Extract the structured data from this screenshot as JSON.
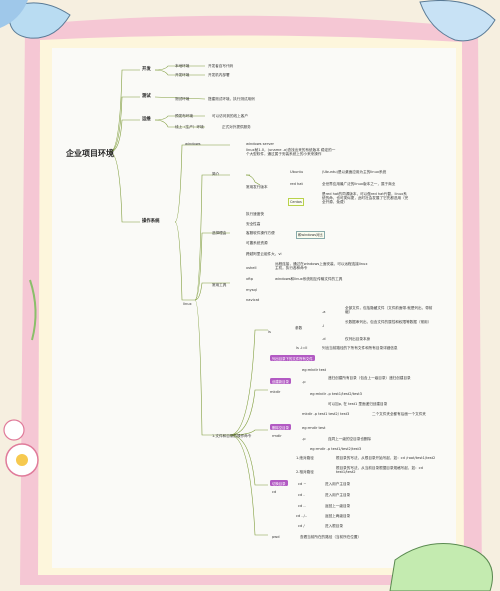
{
  "root": "企业项目环境",
  "branches": [
    {
      "label": "开发",
      "items": [
        {
          "a": "本地环境",
          "b": "开发者自写代码"
        },
        {
          "a": "开发环境",
          "b": "开发机内部署"
        }
      ]
    },
    {
      "label": "测试",
      "items": [
        {
          "a": "测试环境",
          "b": "搭建测试环境，执行测试用例"
        }
      ]
    },
    {
      "label": "运维",
      "items": [
        {
          "a": "预发布环境",
          "b": "可以访问到的线上客户"
        },
        {
          "a": "线上（生产）环境",
          "b": "正式对外提供服务"
        }
      ]
    }
  ],
  "os": {
    "label": "操作系统",
    "windows": {
      "label": "windows",
      "child": "windows server"
    },
    "intro_label": "简介",
    "linux_desc": "linux就1.0，(uname -a)查找出来的系统版本  稳定的一个大型软件，通过属于安装系统上的小来来操作",
    "distro_label": "常用发行版本",
    "distros": [
      {
        "name": "Ubuntu",
        "desc": "(Ubuntu)是以桌面应用为主的linux系统"
      },
      {
        "name": "red hat",
        "desc": "全世界应用最广泛的linux版本之一，属于商业"
      },
      {
        "name": "Centos",
        "desc": "是red hat的同源版本，可以做red hat代替，linux系统的命，也可类似更，此时社会发展了它先都选用（完全开源、免费）"
      }
    ],
    "features_label": "选择理由",
    "features": [
      "执行速度快",
      "安全性高",
      "客服软件操作方便",
      "可靠系统资源",
      "跨越阿里云组件大，vi"
    ],
    "compare_label": "和windows对比",
    "tools_label": "常用工具",
    "tools": [
      {
        "name": "xshell",
        "desc": "远程连接，通过在windows上面安装，可以远程连接linux主机，执行各种命令"
      },
      {
        "name": "xftp",
        "desc": "windows和linux系统相互传输文件的工具"
      },
      {
        "name": "mysql"
      },
      {
        "name": "navicat"
      }
    ],
    "linux_label": "linux",
    "cmd_label": "1.文件和目录的操作命令",
    "ls": {
      "label": "ls",
      "param_label": "参数",
      "params": [
        {
          "flag": "-a",
          "desc": "全部文件，包括隐藏文件（文件前面带.就是列出，带前缀）"
        },
        {
          "flag": "-l",
          "desc": "长数据串列出，包含文件的属性和权限等数据（常用）"
        },
        {
          "flag": "-d",
          "desc": "仅列出目录本身"
        }
      ],
      "lr": "ls -l=ll",
      "lr_desc": "列出当前路径的下所有文件和所有目录详细信息"
    },
    "sort_tag": "列出目录下的文件所有文件",
    "mkdir": {
      "tag": "创建新目录",
      "label": "mkdir",
      "items": [
        {
          "flag": "eg:mkdir test",
          "desc": ""
        },
        {
          "flag": "-p",
          "desc": "递归创建所有目录（包含上一级目录）递归创建目录"
        },
        {
          "flag": "eg:mkdir -p test1/test2/test3",
          "desc": ""
        },
        {
          "flag": "可以加p, 在 test1 里面递归创建目录",
          "desc": ""
        },
        {
          "flag": "mkdir -p test1 test2/ test3",
          "desc": "二个文件夹全都有后面一个文件夹"
        }
      ]
    },
    "rmdir": {
      "tag": "删除空目录",
      "label": "rmdir",
      "items": [
        {
          "flag": "eg:rmdir test",
          "desc": ""
        },
        {
          "flag": "-p",
          "desc": "连同上一级的空目录也删除"
        },
        {
          "flag": "eg:rmdir -p test1/test2/test3",
          "desc": ""
        }
      ]
    },
    "cd": {
      "tag": "切换目录",
      "label": "cd",
      "items": [
        {
          "flag": "1.绝对路径",
          "desc": "根目录的写法，从根目录开始写起，如：cd /root/test1/test2"
        },
        {
          "flag": "2.相对路径",
          "desc": "根目录的写法，从当前目录根据目录规格写起，如：cd test1/test2"
        },
        {
          "flag": "cd ~",
          "desc": "进入用户主目录"
        },
        {
          "flag": "cd -",
          "desc": "进入用户主目录"
        },
        {
          "flag": "cd ..",
          "desc": "返回上一级目录"
        },
        {
          "flag": "cd ../..",
          "desc": "返回上两级目录"
        },
        {
          "flag": "cd /",
          "desc": "进入根目录"
        }
      ]
    },
    "pwd": {
      "label": "pwd",
      "desc": "查看当前所在的路径（当前所在位置）"
    }
  }
}
